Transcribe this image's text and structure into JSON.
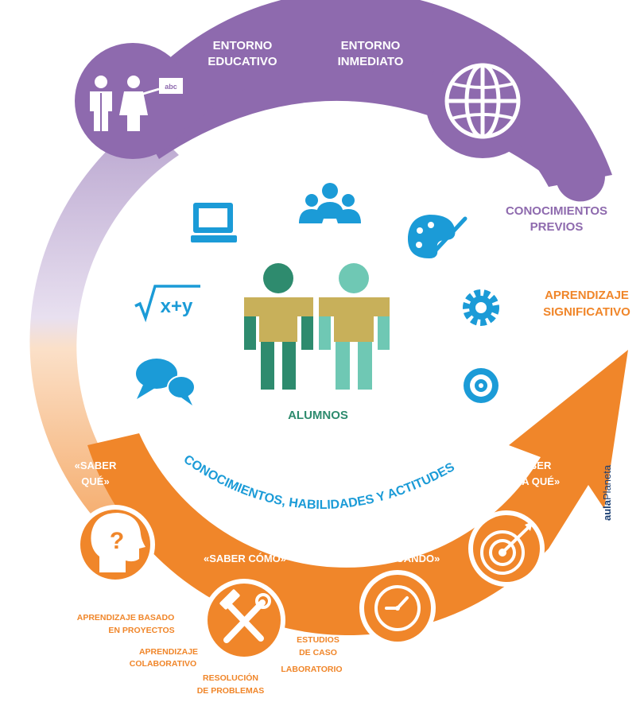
{
  "top_labels": {
    "entorno_educativo": [
      "ENTORNO",
      "EDUCATIVO"
    ],
    "entorno_inmediato": [
      "ENTORNO",
      "INMEDIATO"
    ],
    "conocimientos_previos": [
      "CONOCIMIENTOS",
      "PREVIOS"
    ],
    "aprendizaje_significativo": [
      "APRENDIZAJE",
      "SIGNIFICATIVO"
    ]
  },
  "center": {
    "alumnos": "ALUMNOS",
    "arc_text": "CONOCIMIENTOS, HABILIDADES Y ACTITUDES",
    "equation": "x+y",
    "board_text": "abc"
  },
  "saber": {
    "que": [
      "«SABER",
      "QUÉ»"
    ],
    "como": "«SABER CÓMO»",
    "cuando": "«SABER CUÁNDO»",
    "para_que": [
      "«SABER",
      "PARA QUÉ»"
    ]
  },
  "methods": {
    "proyectos": [
      "APRENDIZAJE BASADO",
      "EN PROYECTOS"
    ],
    "colaborativo": [
      "APRENDIZAJE",
      "COLABORATIVO"
    ],
    "problemas": [
      "RESOLUCIÓN",
      "DE PROBLEMAS"
    ],
    "casos": [
      "ESTUDIOS",
      "DE CASO"
    ],
    "laboratorio": "LABORATORIO"
  },
  "brand": {
    "prefix": "aula",
    "name": "Planeta",
    "mark": "®"
  },
  "icons": {
    "teachers": "teachers-board-icon",
    "globe": "globe-icon",
    "computer": "computer-icon",
    "group": "group-icon",
    "palette": "palette-icon",
    "sqrt": "square-root-icon",
    "gear": "gear-icon",
    "chat": "chat-bubbles-icon",
    "target": "target-icon",
    "question": "question-head-icon",
    "tools": "tools-icon",
    "clock": "clock-icon",
    "dart": "dartboard-icon"
  },
  "colors": {
    "purple": "#8E6AAE",
    "light_purple": "#C4B3D8",
    "orange": "#F0862A",
    "blue": "#1B9BD7",
    "teal": "#2E8B6E",
    "light_teal": "#6FC8B4",
    "olive": "#C8B05A"
  }
}
